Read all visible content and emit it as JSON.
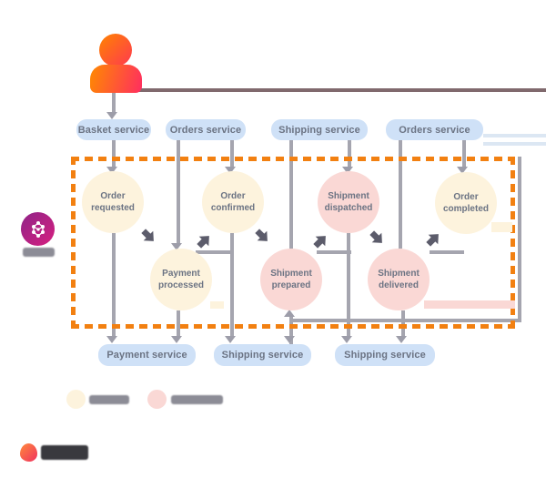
{
  "actor": {
    "type": "customer",
    "icon": "person"
  },
  "services_top": [
    {
      "label": "Basket service"
    },
    {
      "label": "Orders service"
    },
    {
      "label": "Shipping service"
    },
    {
      "label": "Orders service"
    }
  ],
  "services_bottom": [
    {
      "label": "Payment service"
    },
    {
      "label": "Shipping service"
    },
    {
      "label": "Shipping service"
    }
  ],
  "events": [
    {
      "label": "Order requested",
      "category": "order"
    },
    {
      "label": "Order confirmed",
      "category": "order"
    },
    {
      "label": "Shipment dispatched",
      "category": "shipment"
    },
    {
      "label": "Order completed",
      "category": "order"
    },
    {
      "label": "Payment processed",
      "category": "order"
    },
    {
      "label": "Shipment prepared",
      "category": "shipment"
    },
    {
      "label": "Shipment delivered",
      "category": "shipment"
    }
  ],
  "legend": [
    {
      "swatch_color": "#fdf3dd",
      "label": ""
    },
    {
      "swatch_color": "#fad8d5",
      "label": ""
    }
  ],
  "colors": {
    "service_box_blue": "#cfe1f7",
    "event_order_cream": "#fdf3dd",
    "event_shipment_pink": "#fad8d5",
    "broker_boundary_orange": "#f28011",
    "connector_gray": "#a5a5af",
    "flow_arrow_dark": "#5c5c6b",
    "label_text": "#6b7383",
    "person_gradient": [
      "#ff8300",
      "#ff2d60"
    ],
    "broker_logo_gradient": [
      "#8f2488",
      "#d61f7f"
    ]
  }
}
